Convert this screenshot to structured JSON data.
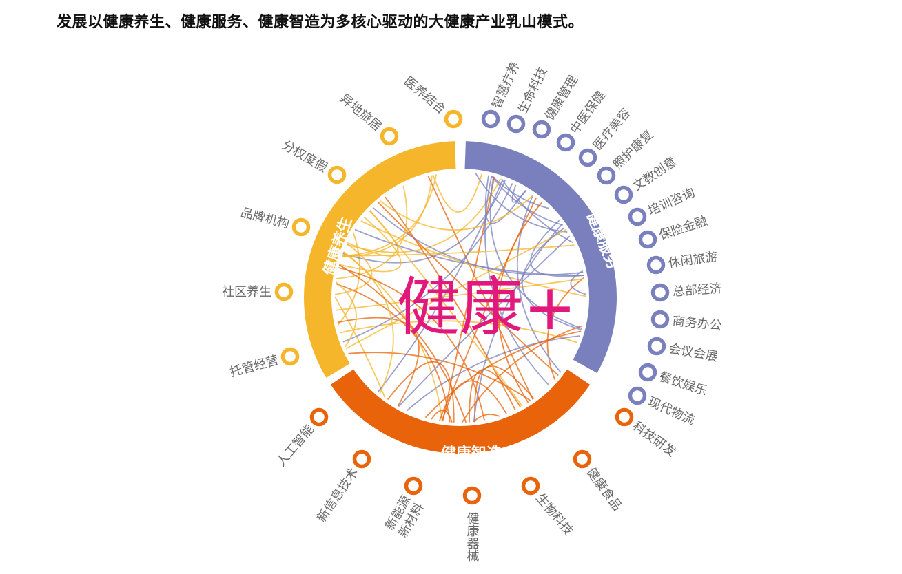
{
  "title": "发展以健康养生、健康服务、健康智造为多核心驱动的大健康产业乳山模式。",
  "center_label": "健康+",
  "colors": {
    "yangsheng": "#f6b62b",
    "fuwu": "#7a80bd",
    "zhizao": "#e8630a",
    "center": "#e2197c"
  },
  "segments": [
    {
      "label": "健康养生",
      "color": "#f6b62b"
    },
    {
      "label": "健康服务",
      "color": "#7a80bd"
    },
    {
      "label": "健康智造",
      "color": "#e8630a"
    }
  ],
  "nodes": {
    "yangsheng": [
      "医养结合",
      "异地旅居",
      "分权度假",
      "品牌机构",
      "社区养生",
      "托管经营"
    ],
    "fuwu": [
      "智慧疗养",
      "生命科技",
      "健康管理",
      "中医保健",
      "医疗美容",
      "照护康复",
      "文教创意",
      "培训咨询",
      "保险金融",
      "休闲旅游",
      "总部经济",
      "商务办公",
      "会议会展",
      "餐饮娱乐",
      "现代物流"
    ],
    "zhizao": [
      "科技研发",
      "健康食品",
      "生物科技",
      "健康器械",
      "新能源",
      "新材料",
      "新信息技术",
      "人工智能"
    ]
  }
}
